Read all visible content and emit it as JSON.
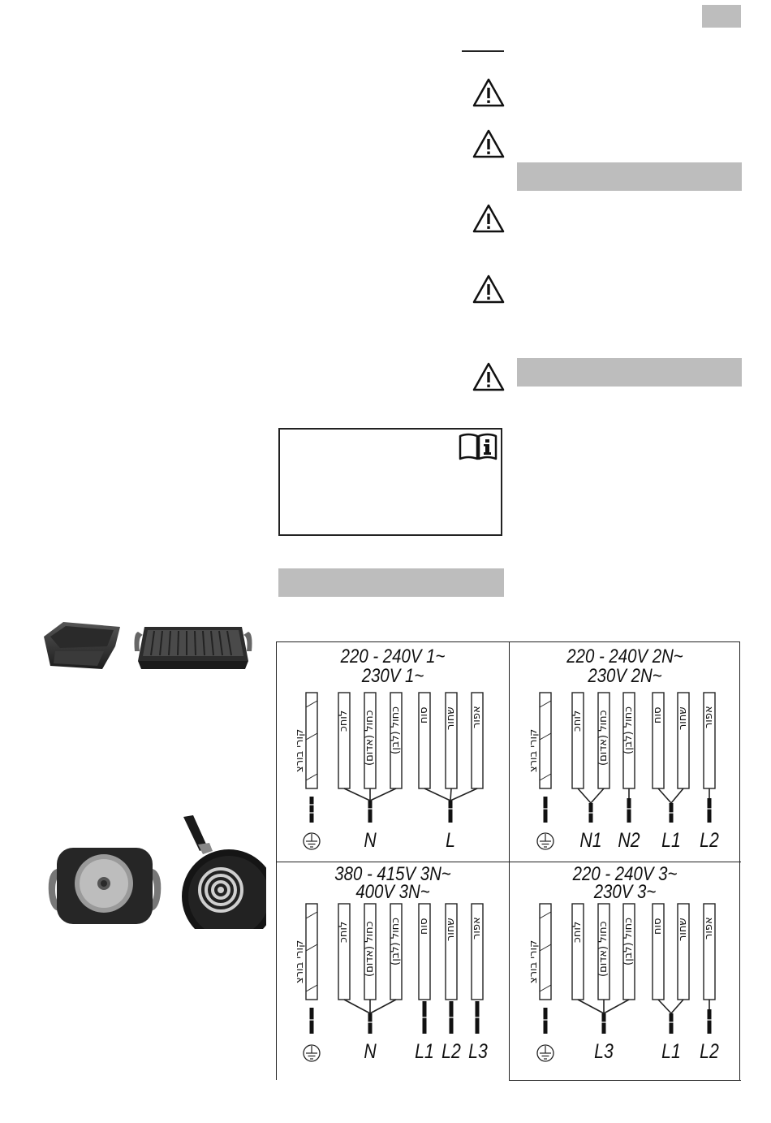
{
  "diagram": {
    "quadrants": [
      {
        "id": "q1",
        "voltage_line1": "220 - 240V 1~",
        "voltage_line2": "230V 1~",
        "wires": [
          "קורי בורצ",
          "לוחכ",
          "כחול (אדום)",
          "כחול (לבן)",
          "סוח",
          "שחור",
          "אפור"
        ],
        "terminals": [
          "N",
          "L"
        ]
      },
      {
        "id": "q2",
        "voltage_line1": "220 - 240V 2N~",
        "voltage_line2": "230V 2N~",
        "wires": [
          "קורי בורצ",
          "לוחכ",
          "כחול (אדום)",
          "כחול (לבן)",
          "סוח",
          "שחור",
          "אפור"
        ],
        "terminals": [
          "N1",
          "N2",
          "L1",
          "L2"
        ]
      },
      {
        "id": "q3",
        "voltage_line1": "380 - 415V 3N~",
        "voltage_line2": "400V 3N~",
        "wires": [
          "קורי בורצ",
          "לוחכ",
          "כחול (אדום)",
          "כחול (לבן)",
          "סוח",
          "שחור",
          "אפור"
        ],
        "terminals": [
          "N",
          "L1",
          "L2",
          "L3"
        ]
      },
      {
        "id": "q4",
        "voltage_line1": "220 - 240V 3~",
        "voltage_line2": "230V 3~",
        "wires": [
          "קורי בורצ",
          "לוחכ",
          "כחול (אדום)",
          "כחול (לבן)",
          "סוח",
          "שחור",
          "אפור"
        ],
        "terminals": [
          "L3",
          "L1",
          "L2"
        ]
      }
    ]
  },
  "icons": {
    "warning": "warning-triangle-icon",
    "manual": "manual-info-icon",
    "earth": "earth-ground-icon"
  },
  "colors": {
    "gray_bar": "#bdbdbd",
    "line": "#222222"
  }
}
